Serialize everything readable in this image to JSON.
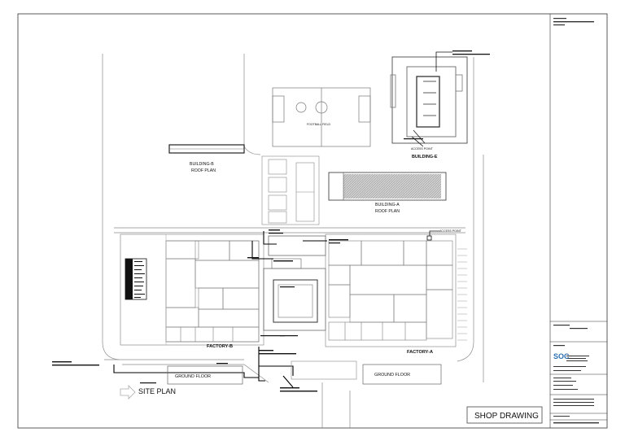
{
  "labels": {
    "building_b_title": "BUILDING-B",
    "building_b_sub": "ROOF PLAN",
    "building_a_title": "BUILDING-A",
    "building_a_sub": "ROOF PLAN",
    "building_e": "BUILDING-E",
    "factory_b": "FACTORY-B",
    "factory_a": "FACTORY-A",
    "ground_floor_left": "GROUND FLOOR",
    "ground_floor_right": "GROUND FLOOR",
    "site_plan": "SITE PLAN",
    "football_field": "FOOTBALL FIELD",
    "access_point_top": "ACCESS POINT",
    "access_point_mid": "ACCESS POINT",
    "shop_drawing": "SHOP DRAWING"
  },
  "title_block": {
    "company_logo": "SOC"
  },
  "colors": {
    "line": "#222222",
    "light_line": "#9a9a9a",
    "hatch": "#bdbdbd",
    "background": "#ffffff"
  }
}
